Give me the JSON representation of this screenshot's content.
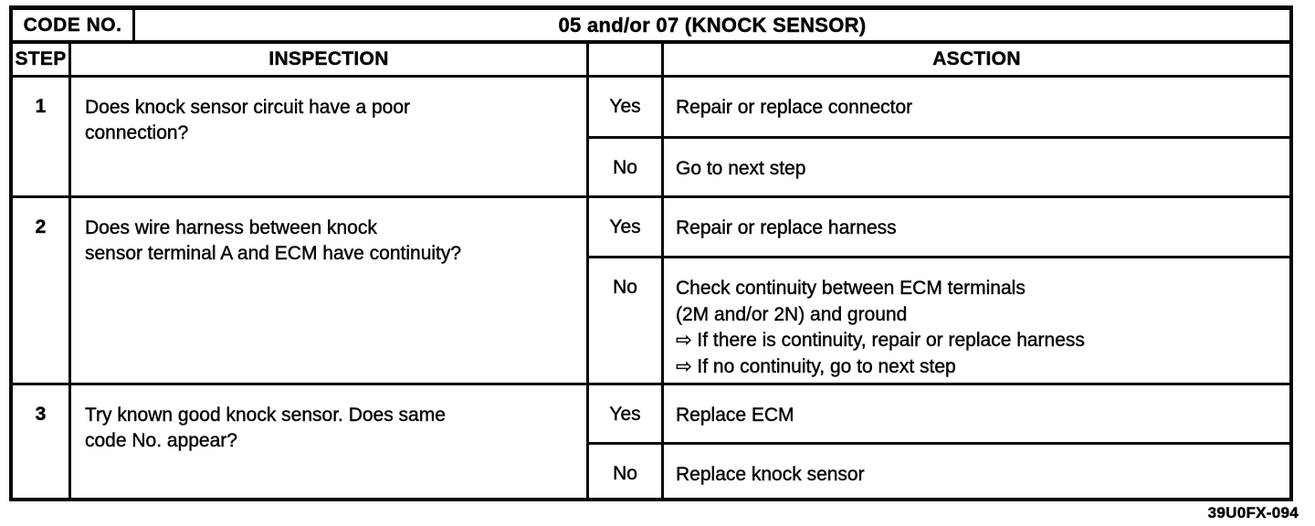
{
  "header": {
    "code_label": "CODE NO.",
    "code_value": "05 and/or 07 (KNOCK SENSOR)",
    "col_step": "STEP",
    "col_inspection": "INSPECTION",
    "col_action": "ASCTION"
  },
  "rows": [
    {
      "step": "1",
      "inspection_lines": [
        "Does knock sensor circuit have a poor",
        "connection?"
      ],
      "branches": [
        {
          "answer": "Yes",
          "action_lines": [
            "Repair or replace connector"
          ]
        },
        {
          "answer": "No",
          "action_lines": [
            "Go to next step"
          ]
        }
      ]
    },
    {
      "step": "2",
      "inspection_lines": [
        "Does wire harness between knock",
        "sensor terminal A and ECM have continuity?"
      ],
      "branches": [
        {
          "answer": "Yes",
          "action_lines": [
            "Repair or replace harness"
          ]
        },
        {
          "answer": "No",
          "action_lines": [
            "Check continuity between ECM terminals",
            "(2M and/or 2N) and ground",
            "⇨ If there is continuity, repair or replace harness",
            "⇨ If no continuity, go to next step"
          ]
        }
      ]
    },
    {
      "step": "3",
      "inspection_lines": [
        "Try known good knock sensor. Does same",
        "code No. appear?"
      ],
      "branches": [
        {
          "answer": "Yes",
          "action_lines": [
            "Replace ECM"
          ]
        },
        {
          "answer": "No",
          "action_lines": [
            "Replace knock sensor"
          ]
        }
      ]
    }
  ],
  "footer": {
    "figure_code": "39U0FX-094"
  }
}
